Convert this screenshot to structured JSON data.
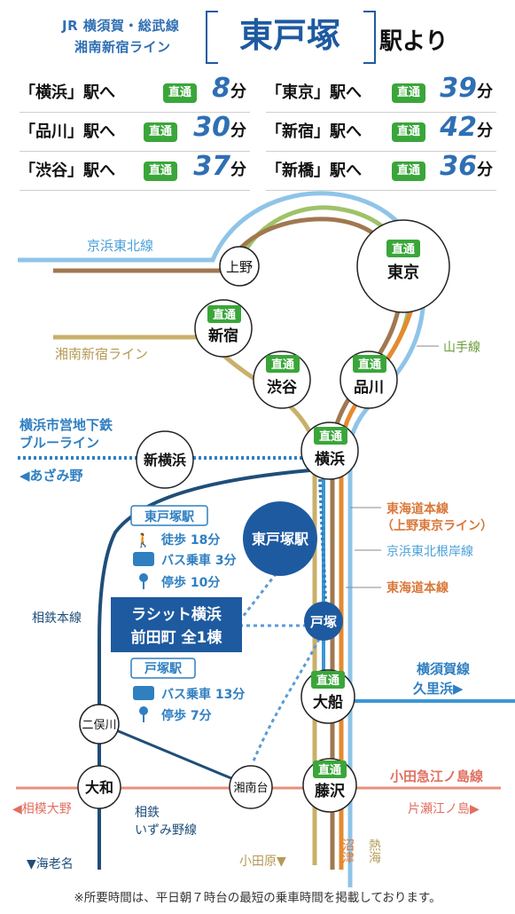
{
  "header": {
    "sub1": "JR 横須賀・総武線",
    "sub2": "湘南新宿ライン",
    "station": "東戸塚",
    "suffix": "駅より"
  },
  "routes": [
    {
      "dest": "「横浜」駅へ",
      "badge": "直通",
      "minutes": "8",
      "unit": "分"
    },
    {
      "dest": "「東京」駅へ",
      "badge": "直通",
      "minutes": "39",
      "unit": "分"
    },
    {
      "dest": "「品川」駅へ",
      "badge": "直通",
      "minutes": "30",
      "unit": "分"
    },
    {
      "dest": "「新宿」駅へ",
      "badge": "直通",
      "minutes": "42",
      "unit": "分"
    },
    {
      "dest": "「渋谷」駅へ",
      "badge": "直通",
      "minutes": "37",
      "unit": "分"
    },
    {
      "dest": "「新橋」駅へ",
      "badge": "直通",
      "minutes": "36",
      "unit": "分"
    }
  ],
  "colors": {
    "brand_blue": "#1e5aa0",
    "direct_green": "#3aa63a",
    "keihin_tohoku": "#8fc4e8",
    "yamanote": "#9fc26a",
    "tokaido": "#e58a2e",
    "shonan": "#c9b06a",
    "brown": "#a07850",
    "blueline": "#2f7fc1",
    "odakyu": "#e8907a",
    "sotetsu": "#1f4e79"
  },
  "map": {
    "direct_label": "直通",
    "stations": {
      "ueno": "上野",
      "tokyo": "東京",
      "shinjuku": "新宿",
      "shibuya": "渋谷",
      "shinagawa": "品川",
      "yokohama": "横浜",
      "shin_yokohama": "新横浜",
      "higashi_totsuka": "東戸塚駅",
      "totsuka": "戸塚",
      "ofuna": "大船",
      "fujisawa": "藤沢",
      "futamatagawa": "二俣川",
      "yamato": "大和",
      "shonandai": "湘南台"
    },
    "lines": {
      "keihin_tohoku": "京浜東北線",
      "shonan_shinjuku": "湘南新宿ライン",
      "yamanote": "山手線",
      "blueline_1": "横浜市営地下鉄",
      "blueline_2": "ブルーライン",
      "azamino": "◀あざみ野",
      "tokaido_ueno_1": "東海道本線",
      "tokaido_ueno_2": "（上野東京ライン）",
      "keihin_negishi": "京浜東北根岸線",
      "tokaido": "東海道本線",
      "sotetsu": "相鉄本線",
      "yokosuka": "横須賀線",
      "kurihama": "久里浜▶",
      "odakyu_enoshima": "小田急江ノ島線",
      "katase": "片瀬江ノ島▶",
      "sagami_ono": "◀相模大野",
      "sotetsu_izumino_1": "相鉄",
      "sotetsu_izumino_2": "いずみ野線",
      "ebina": "▼海老名",
      "odawara": "小田原▼",
      "numazu": "沼津",
      "atami": "熱海"
    },
    "property": {
      "line1": "ラシット横浜",
      "line2": "前田町 全1棟"
    },
    "access_higashi": {
      "title": "東戸塚駅",
      "walk": "徒歩 18分",
      "bus": "バス乗車 3分",
      "stop": "停歩 10分"
    },
    "access_totsuka": {
      "title": "戸塚駅",
      "bus": "バス乗車 13分",
      "stop": "停歩 7分"
    }
  },
  "note": "※所要時間は、平日朝７時台の最短の乗車時間を掲載しております。"
}
